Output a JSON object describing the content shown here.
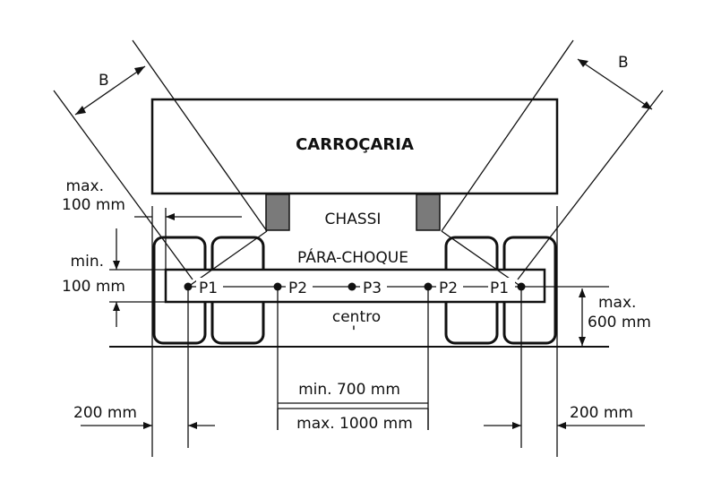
{
  "labels": {
    "body": "CARROÇARIA",
    "chassis": "CHASSI",
    "bumper": "PÁRA-CHOQUE",
    "center": "centro",
    "center_mark": "'",
    "b_left": "B",
    "b_right": "B",
    "max_100_line1": "max.",
    "max_100_line2": "100 mm",
    "min_100_line1": "min.",
    "min_100_line2": "100 mm",
    "max_600_line1": "max.",
    "max_600_line2": "600 mm",
    "dim_200_left": "200 mm",
    "dim_200_right": "200 mm",
    "min_700": "min. 700 mm",
    "max_1000": "max. 1000 mm"
  },
  "points": [
    "P1",
    "P2",
    "P3",
    "P2",
    "P1"
  ],
  "colors": {
    "line": "#111111",
    "post_fill": "#7a7a7a",
    "background": "#ffffff"
  }
}
